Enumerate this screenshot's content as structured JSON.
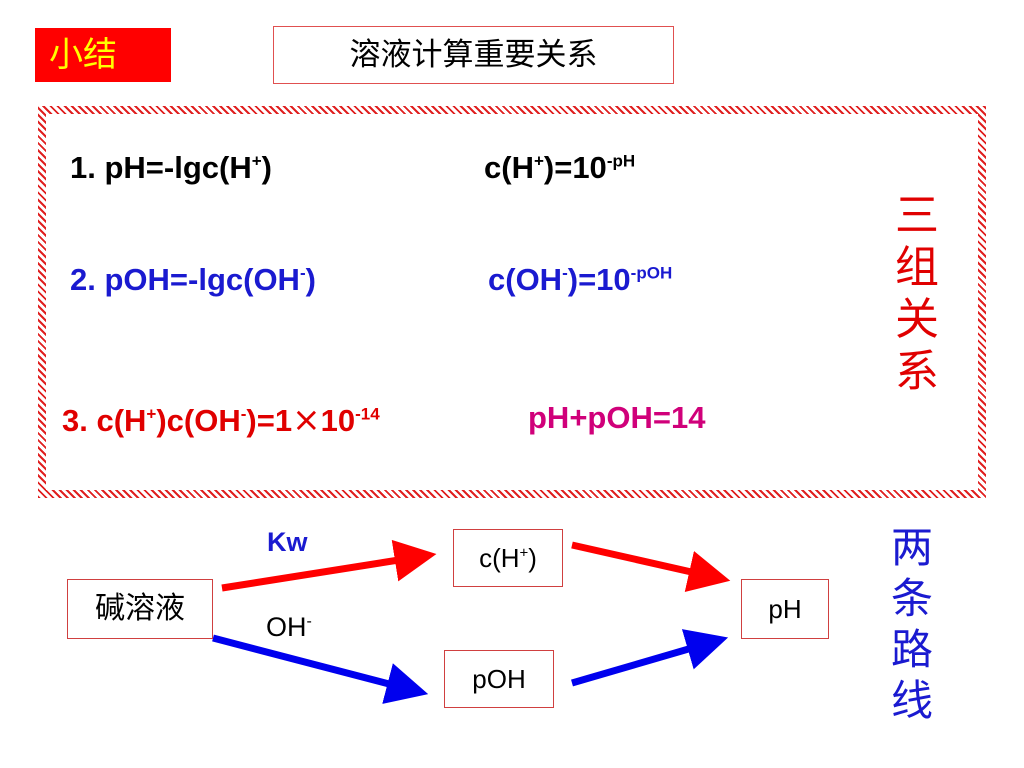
{
  "header": {
    "badge": "小结",
    "title": "溶液计算重要关系"
  },
  "relations": {
    "r1": {
      "left": {
        "num": "1. pH=-lgc(H",
        "sup": "+",
        "tail": ")"
      },
      "right": {
        "base": "c(H",
        "sup1": "+",
        "mid": ")=10",
        "sup2": "-pH"
      }
    },
    "r2": {
      "left": {
        "num": "2. pOH=-lgc(OH",
        "sup": "-",
        "tail": ")"
      },
      "right": {
        "base": "c(OH",
        "sup1": "-",
        "mid": ")=10",
        "sup2": "-pOH"
      }
    },
    "r3": {
      "left": {
        "a": "3. c(H",
        "sup1": "+",
        "b": ")c(OH",
        "sup2": "-",
        "c": ")=1",
        "times": "×",
        "d": "10",
        "sup3": "-14"
      },
      "right": "pH+pOH=14"
    },
    "side_label": [
      "三",
      "组",
      "关",
      "系"
    ]
  },
  "flow": {
    "start": "碱溶液",
    "top_label": "Kw",
    "bottom_label": {
      "base": "OH",
      "sup": "-"
    },
    "hplus": {
      "base": "c(H",
      "sup": "+",
      "tail": ")"
    },
    "poh": "pOH",
    "ph": "pH",
    "side_label": [
      "两",
      "条",
      "路",
      "线"
    ]
  },
  "colors": {
    "badge_bg": "#ff0000",
    "badge_text": "#ffff00",
    "red_arrow": "#ff0000",
    "blue_arrow": "#0000ee",
    "blue_text": "#1a1ad0",
    "magenta_text": "#d0007a"
  }
}
